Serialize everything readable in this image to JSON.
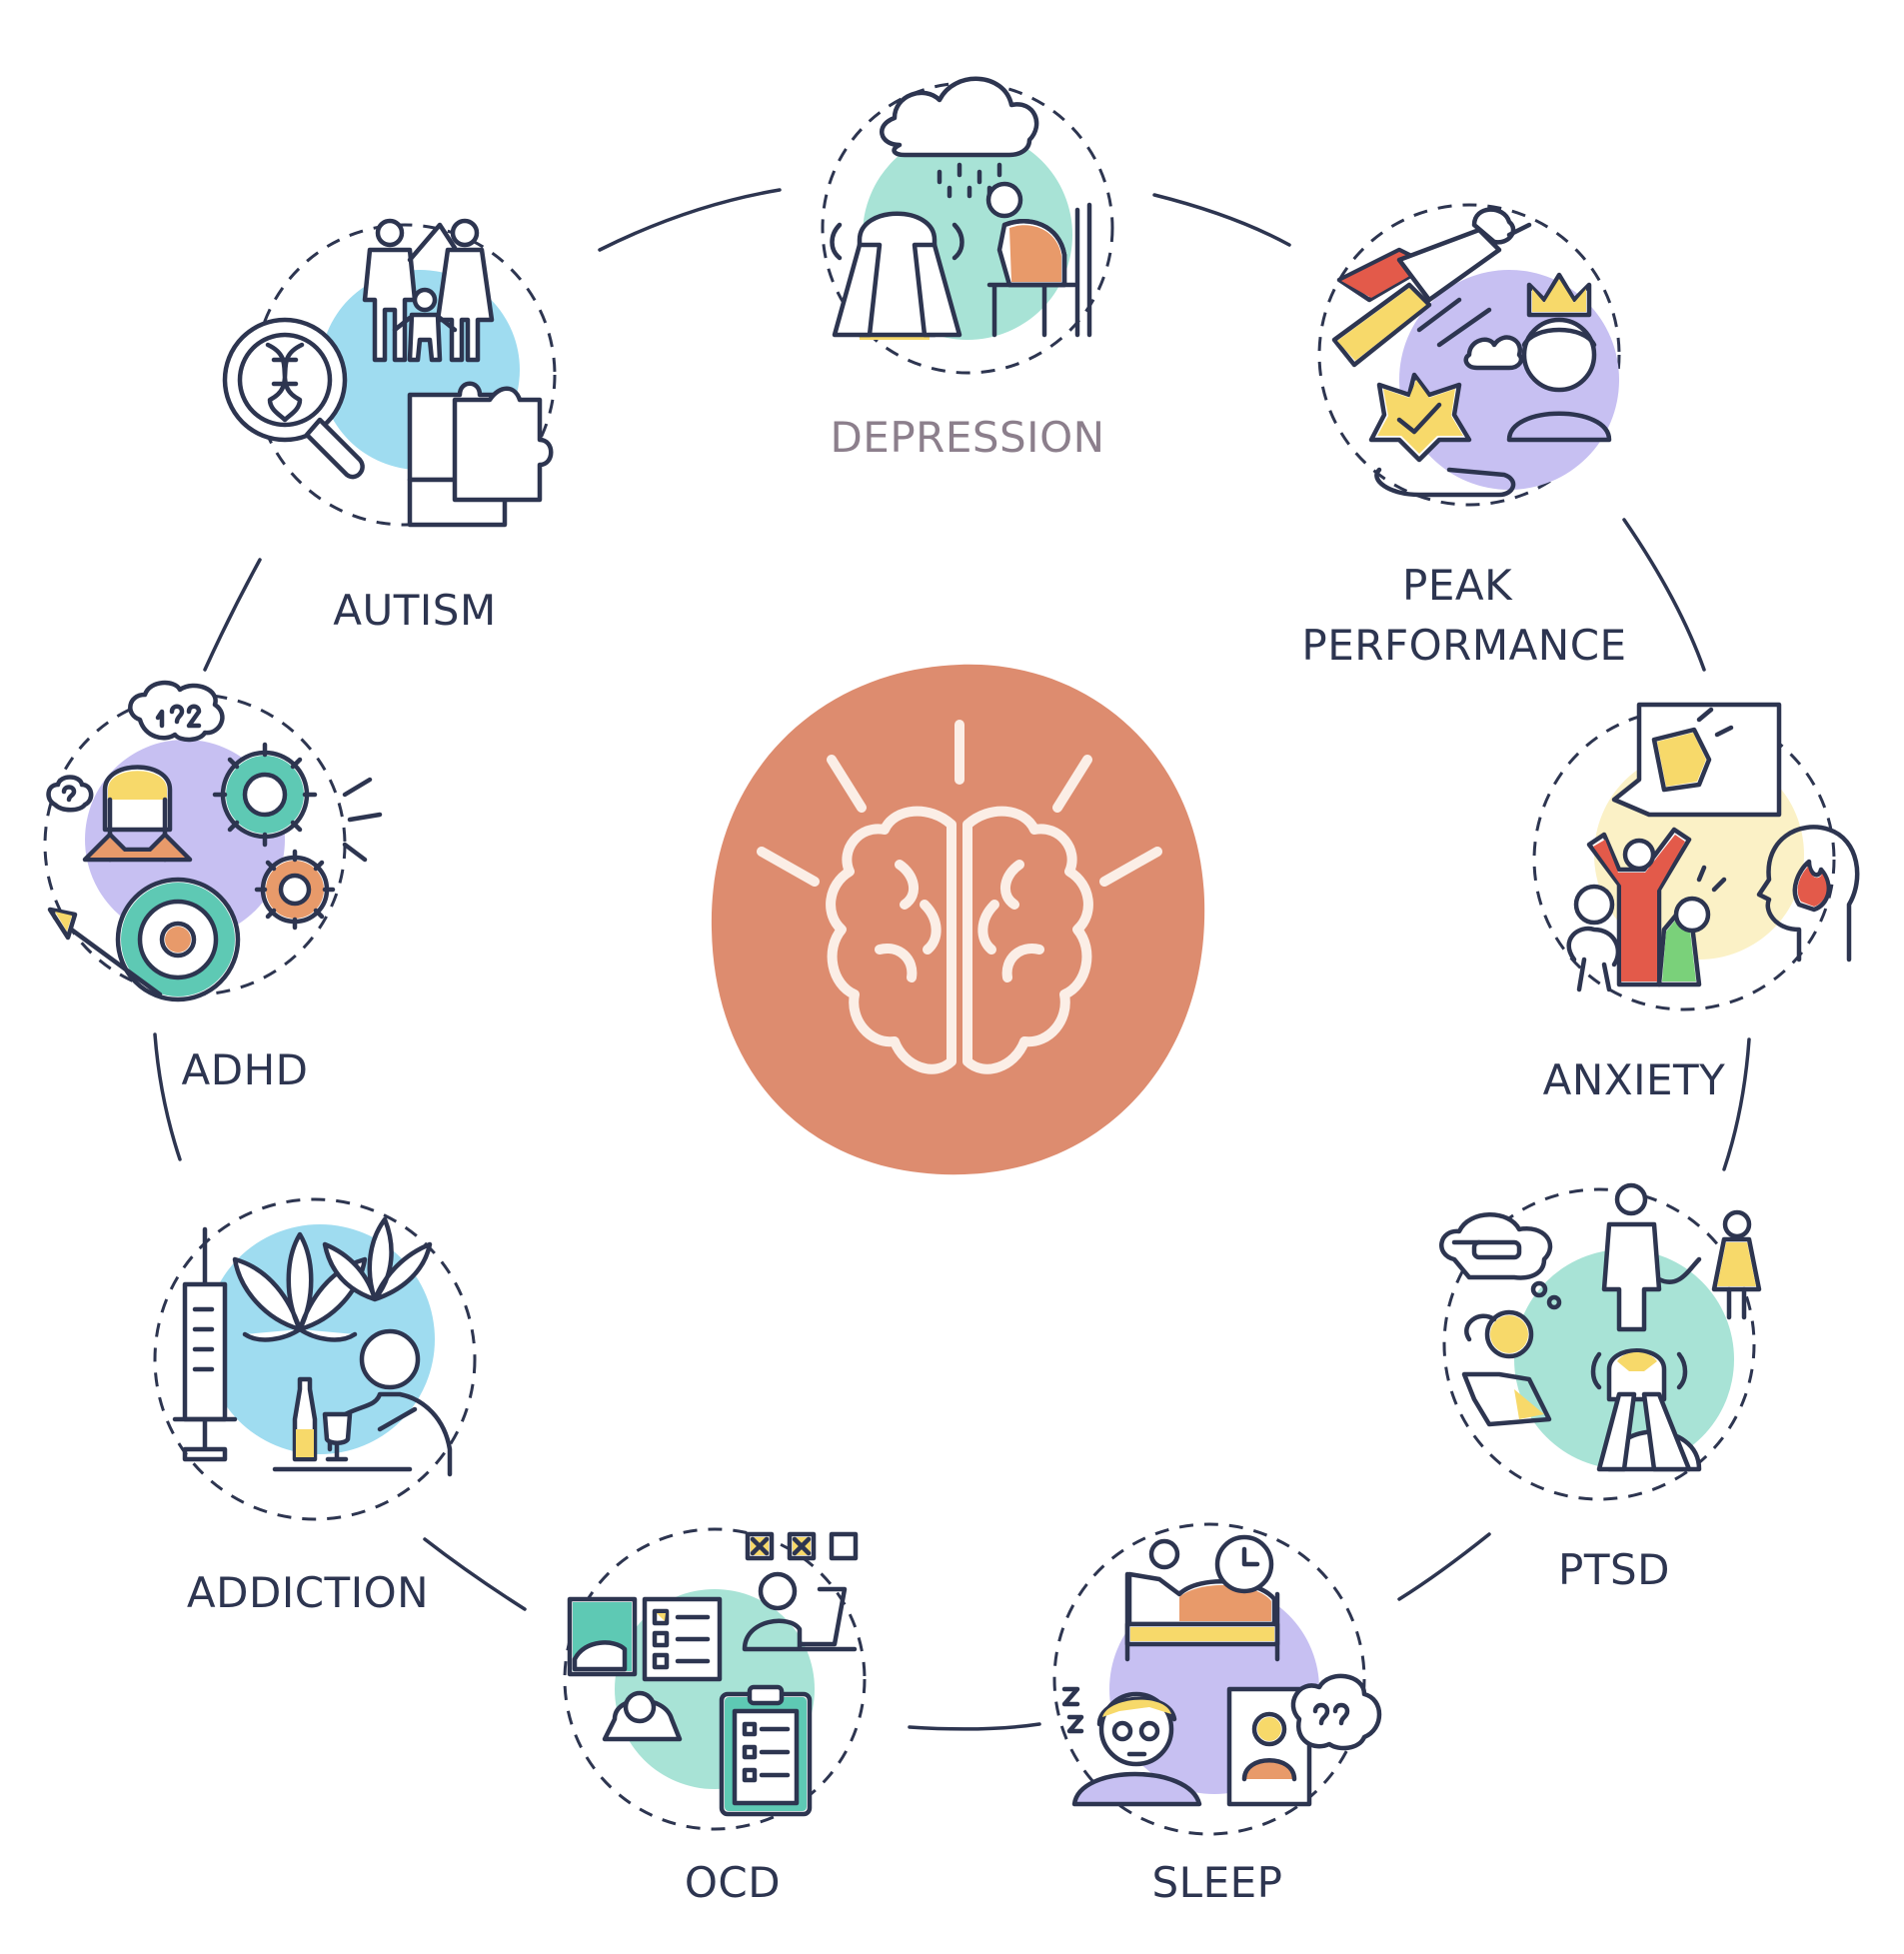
{
  "colors": {
    "ink": "#2d3550",
    "center_blob": "#dd8c6f",
    "brain_line": "#fbeee6",
    "mint": "#a8e3d6",
    "sky": "#9fdcf0",
    "lavender": "#c7c0f2",
    "yellow": "#f7d96a",
    "orange": "#e89a6a",
    "pale_yellow": "#fbf1c6"
  },
  "center": {
    "icon": "brain-icon"
  },
  "nodes": [
    {
      "id": "depression",
      "label_lines": [
        "DEPRESSION"
      ],
      "icon": "depression-icon",
      "muted": true
    },
    {
      "id": "peak",
      "label_lines": [
        "PEAK",
        "PERFORMANCE"
      ],
      "icon": "peak-performance-icon",
      "muted": false
    },
    {
      "id": "anxiety",
      "label_lines": [
        "ANXIETY"
      ],
      "icon": "anxiety-icon",
      "muted": false
    },
    {
      "id": "ptsd",
      "label_lines": [
        "PTSD"
      ],
      "icon": "ptsd-icon",
      "muted": false
    },
    {
      "id": "sleep",
      "label_lines": [
        "SLEEP"
      ],
      "icon": "sleep-icon",
      "muted": false
    },
    {
      "id": "ocd",
      "label_lines": [
        "OCD"
      ],
      "icon": "ocd-icon",
      "muted": false
    },
    {
      "id": "addiction",
      "label_lines": [
        "ADDICTION"
      ],
      "icon": "addiction-icon",
      "muted": false
    },
    {
      "id": "adhd",
      "label_lines": [
        "ADHD"
      ],
      "icon": "adhd-icon",
      "muted": false
    },
    {
      "id": "autism",
      "label_lines": [
        "AUTISM"
      ],
      "icon": "autism-icon",
      "muted": false
    }
  ]
}
